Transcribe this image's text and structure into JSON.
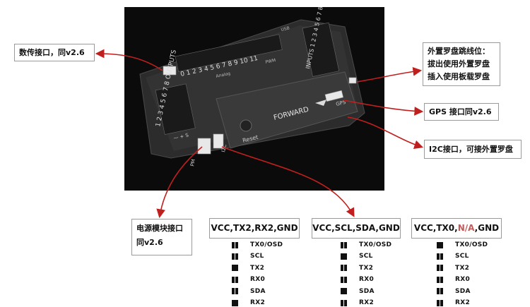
{
  "callouts": {
    "telemetry": "数传接口，同v2.6",
    "compass_line1": "外置罗盘跳线位：",
    "compass_line2": "拔出使用外置罗盘",
    "compass_line3": "插入使用板载罗盘",
    "gps": "GPS 接口同v2.6",
    "i2c": "I2C接口，可接外置罗盘",
    "power_line1": "电源模块接口",
    "power_line2": "同v2.6"
  },
  "board": {
    "label_forward": "FORWARD",
    "label_reset": "Reset",
    "label_gps": "GPS",
    "label_outputs": "1 2 3 4 5 6 7 8 OUTPUTS",
    "label_analog": "0 1 2 3 4 5 6 7 8 9 10 11",
    "label_analog_sub": "Analog",
    "label_pwm": "PWM",
    "label_inputs": "INPUTS 1 2 3 4 5 6 7 8",
    "label_usb": "USB",
    "label_pm": "PM",
    "label_i2c": "I2C",
    "label_s": "— + S"
  },
  "connectors": [
    {
      "title_prefix": "VCC,TX2,RX2,GND",
      "na": "",
      "title_suffix": "",
      "pins": [
        {
          "label": "TX0/OSD",
          "solid": false
        },
        {
          "label": "SCL",
          "solid": false
        },
        {
          "label": "TX2",
          "solid": true
        },
        {
          "label": "RX0",
          "solid": false
        },
        {
          "label": "SDA",
          "solid": false
        },
        {
          "label": "RX2",
          "solid": true
        }
      ]
    },
    {
      "title_prefix": "VCC,SCL,SDA,GND",
      "na": "",
      "title_suffix": "",
      "pins": [
        {
          "label": "TX0/OSD",
          "solid": false
        },
        {
          "label": "SCL",
          "solid": true
        },
        {
          "label": "TX2",
          "solid": false
        },
        {
          "label": "RX0",
          "solid": false
        },
        {
          "label": "SDA",
          "solid": true
        },
        {
          "label": "RX2",
          "solid": false
        }
      ]
    },
    {
      "title_prefix": "VCC,TX0,",
      "na": "N/A",
      "title_suffix": ",GND",
      "pins": [
        {
          "label": "TX0/OSD",
          "solid": true
        },
        {
          "label": "SCL",
          "solid": false
        },
        {
          "label": "TX2",
          "solid": false
        },
        {
          "label": "RX0",
          "solid": false
        },
        {
          "label": "SDA",
          "solid": false
        },
        {
          "label": "RX2",
          "solid": false
        }
      ]
    }
  ],
  "colors": {
    "arrow": "#c0201d",
    "board": "#2a2a2a",
    "background": "#0b0b0b"
  }
}
